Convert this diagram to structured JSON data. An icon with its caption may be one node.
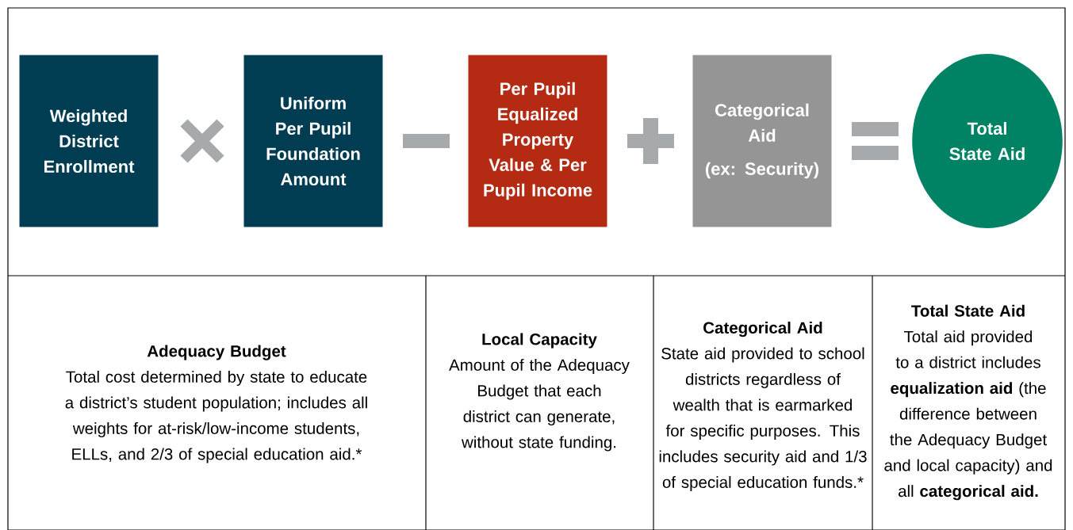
{
  "diagram": {
    "nodes": [
      {
        "text": [
          "Weighted District Enrollment"
        ]
      },
      {
        "text": [
          "Uniform Per Pupil Foundation Amount"
        ]
      },
      {
        "text": [
          "Per Pupil Equalized Property Value & Per Pupil Income"
        ]
      },
      {
        "text": [
          "Categorical Aid",
          "(ex: Security)"
        ]
      },
      {
        "text": [
          "Total State Aid"
        ]
      }
    ],
    "labels": [
      "Adequacy Budget",
      "Total cost determined by state to educate a district’s student population; includes all weights for at-risk/low-income students, ELLs, and 2/3 of special education aid.*",
      "Local Capacity",
      "Amount of the Adequacy Budget that each district can generate, without state funding.",
      "Categorical Aid",
      "State aid provided to school districts regardless of wealth that is earmarked for specific purposes. This includes security aid and 1/3 of special education funds.*",
      "Total State Aid",
      "Total aid provided to a district includes **equalization aid** (the difference between the Adequacy Budget and local capacity) and all **categorical aid.**"
    ]
  }
}
